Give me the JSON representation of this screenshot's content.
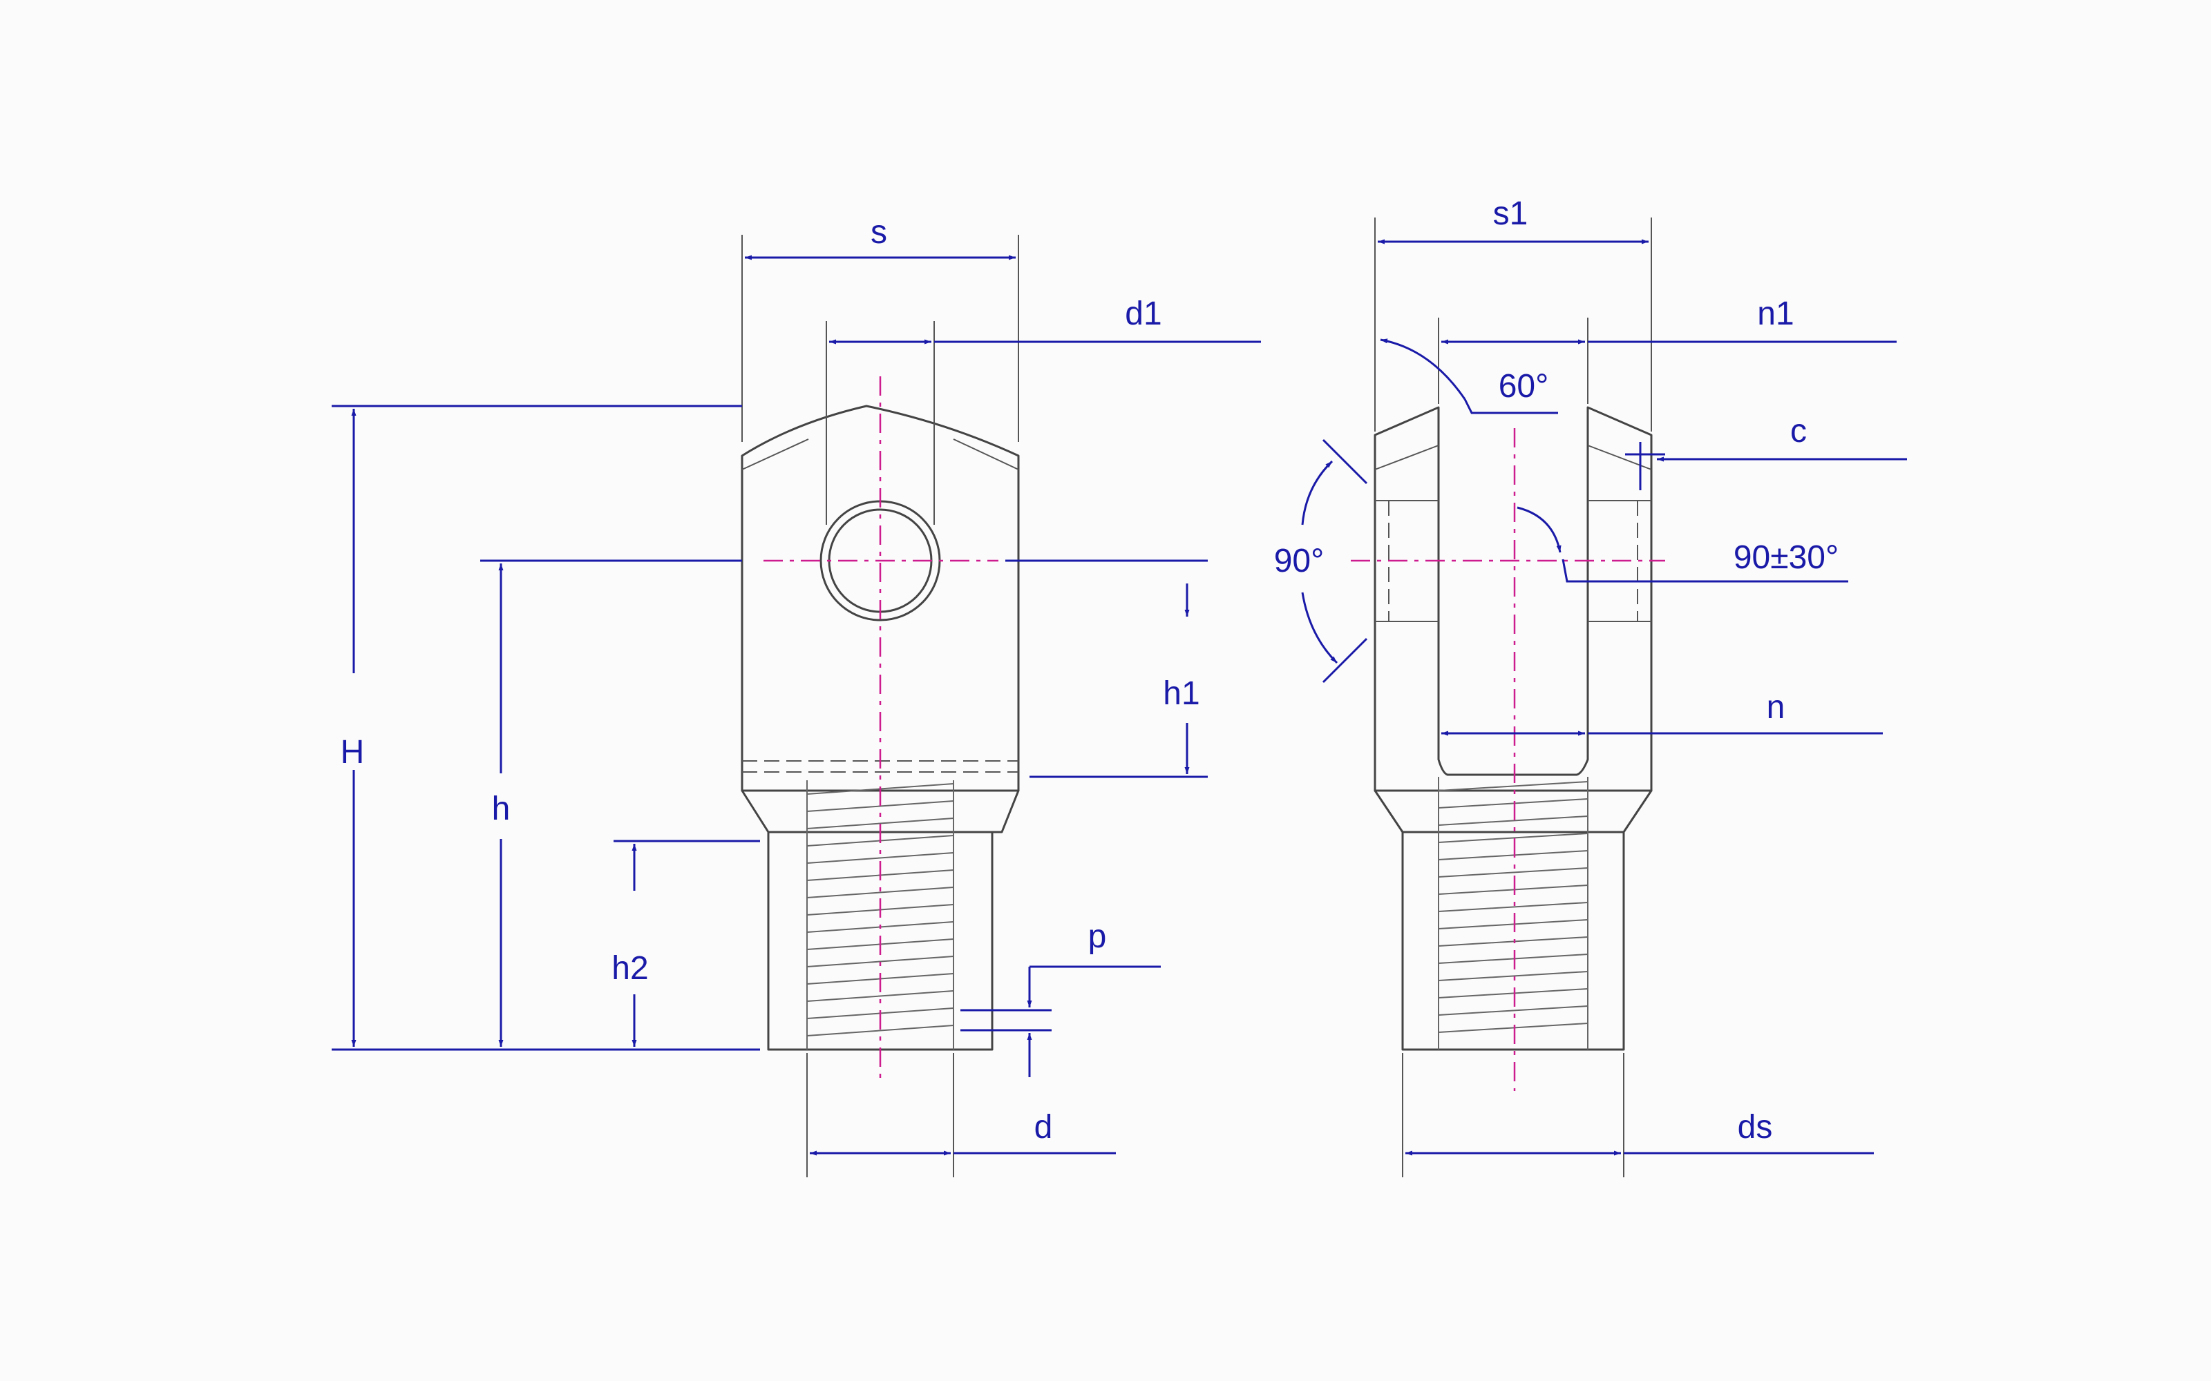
{
  "palette": {
    "background": "#fbfbfb",
    "outline": "#444444",
    "dimension": "#1a1aa8",
    "centerline": "#cc1c8e"
  },
  "front_view": {
    "labels": {
      "s": "s",
      "d1": "d1",
      "H": "H",
      "h": "h",
      "h1": "h1",
      "h2": "h2",
      "p": "p",
      "d": "d"
    }
  },
  "side_view": {
    "labels": {
      "s1": "s1",
      "n1": "n1",
      "angle_chamfer": "60°",
      "c": "c",
      "angle_side": "90°",
      "angle_tol": "90±30°",
      "n": "n",
      "ds": "ds"
    }
  }
}
